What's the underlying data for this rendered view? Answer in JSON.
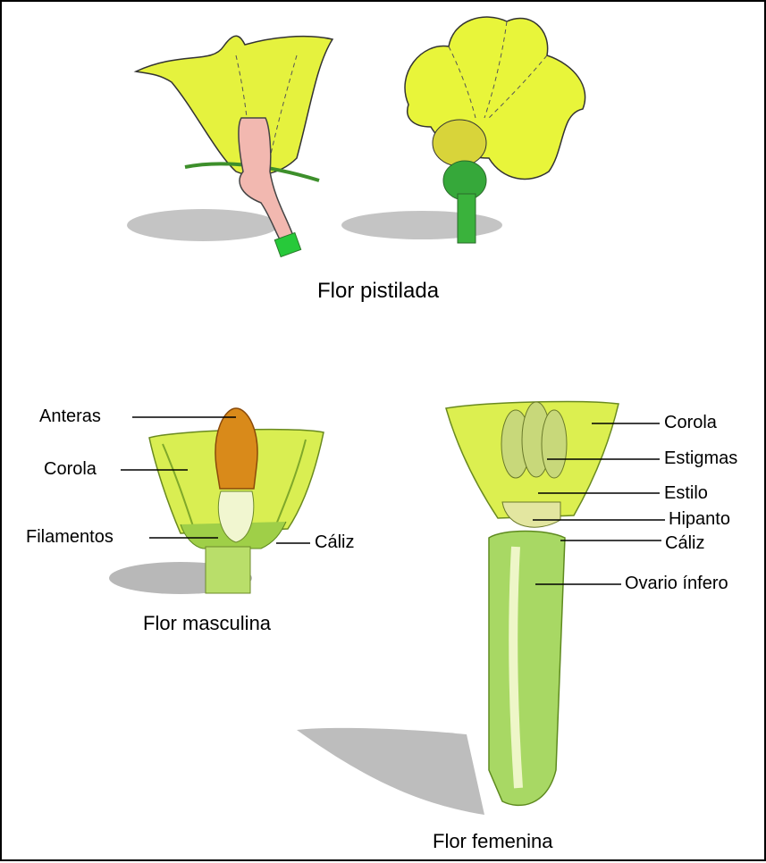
{
  "captions": {
    "pistilada": "Flor pistilada",
    "masculina": "Flor masculina",
    "femenina": "Flor femenina"
  },
  "male_parts": {
    "anteras": "Anteras",
    "corola": "Corola",
    "filamentos": "Filamentos",
    "caliz": "Cáliz"
  },
  "female_parts": {
    "corola": "Corola",
    "estigmas": "Estigmas",
    "estilo": "Estilo",
    "hipanto": "Hipanto",
    "caliz": "Cáliz",
    "ovario": "Ovario ínfero"
  },
  "colors": {
    "petal": "#e8f53a",
    "petal_dark": "#c9d820",
    "pistil_pink": "#f2b8b0",
    "stem_green": "#3fae3f",
    "shadow": "#bdbdbd",
    "leader_line": "#000000"
  }
}
